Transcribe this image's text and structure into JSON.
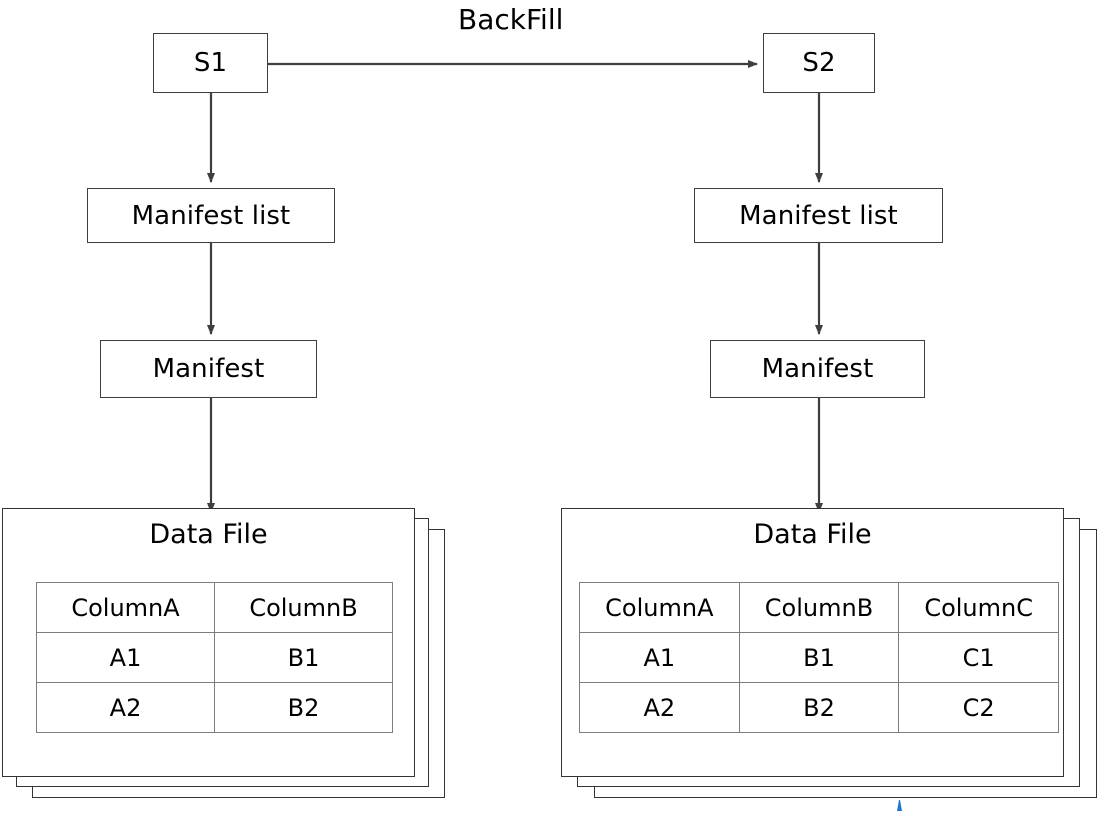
{
  "diagram": {
    "title": "BackFill",
    "colors": {
      "node_border": "#3f3f3f",
      "card_border": "#333333",
      "table_border": "#7d7d7d",
      "arrow": "#3f3f3f",
      "text": "#000000",
      "background": "#ffffff",
      "artifact": "#1f74d0"
    }
  },
  "left_branch": {
    "snapshot_label": "S1",
    "manifest_list_label": "Manifest list",
    "manifest_label": "Manifest",
    "data_file": {
      "title": "Data File",
      "columns": [
        "ColumnA",
        "ColumnB"
      ],
      "rows": [
        [
          "A1",
          "B1"
        ],
        [
          "A2",
          "B2"
        ]
      ]
    }
  },
  "right_branch": {
    "snapshot_label": "S2",
    "manifest_list_label": "Manifest list",
    "manifest_label": "Manifest",
    "data_file": {
      "title": "Data File",
      "columns": [
        "ColumnA",
        "ColumnB",
        "ColumnC"
      ],
      "rows": [
        [
          "A1",
          "B1",
          "C1"
        ],
        [
          "A2",
          "B2",
          "C2"
        ]
      ]
    }
  }
}
